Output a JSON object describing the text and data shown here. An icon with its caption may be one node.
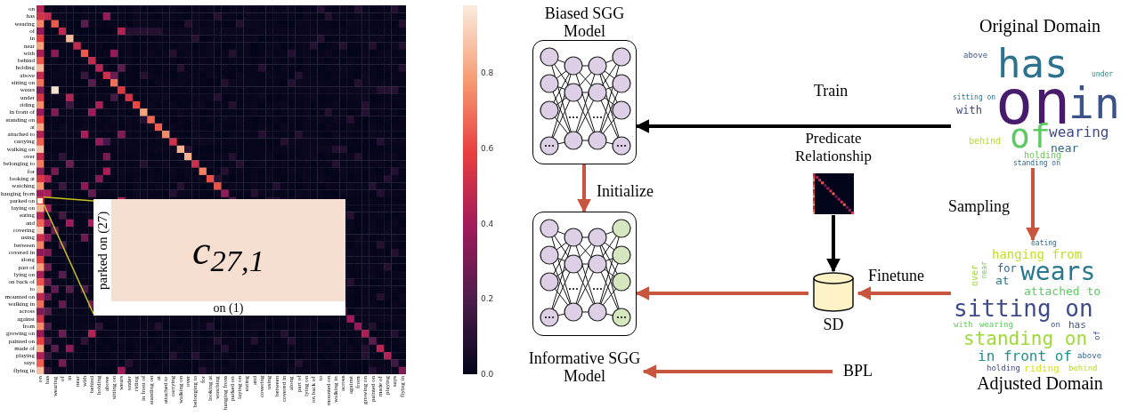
{
  "diagram": {
    "nodes": [
      {
        "text": [],
        "shape": "box"
      },
      {
        "text": [
          "c$_{27,1}$",
          "parked on (27)",
          "on (1)"
        ]
      },
      {
        "text": [
          "Biased SGG Model"
        ]
      },
      {
        "text": [
          "Original Domain"
        ]
      },
      {
        "text": [
          "Predicate Relationship"
        ]
      },
      {
        "text": [
          "Informative SGG Model"
        ]
      },
      {
        "text": [
          "SD"
        ]
      },
      {
        "text": [
          "Adjusted Domain"
        ]
      }
    ],
    "edges": [
      {
        "from": 0,
        "to": 1,
        "arrow": "none",
        "color": "#c9c21c"
      },
      {
        "from": 0,
        "to": 1,
        "arrow": "none",
        "color": "#c9c21c"
      },
      {
        "from": 3,
        "to": 2,
        "arrow": "to",
        "label": "Train",
        "color": "#000000"
      },
      {
        "from": 2,
        "to": 5,
        "arrow": "to",
        "label": "Initialize"
      },
      {
        "from": 3,
        "to": 7,
        "arrow": "to",
        "label": "Sampling"
      },
      {
        "from": 4,
        "to": 6,
        "arrow": "to",
        "color": "#000000"
      },
      {
        "from": 7,
        "to": 6,
        "arrow": "to",
        "label": "Finetune"
      },
      {
        "from": 6,
        "to": 5,
        "arrow": "to"
      },
      {
        "from": null,
        "to": 5,
        "arrow": "to",
        "label": "BPL"
      }
    ],
    "labels": [
      "on",
      "has",
      "wearing",
      "of",
      "in",
      "near",
      "with",
      "behind",
      "holding",
      "above",
      "sitting on",
      "wears",
      "under",
      "riding",
      "in front of",
      "standing on",
      "at",
      "attached to",
      "carrying",
      "walking on",
      "over",
      "belonging to",
      "for",
      "looking at",
      "watching",
      "hanging from",
      "parked on",
      "laying on",
      "eating",
      "and",
      "covering",
      "using",
      "between",
      "covered in",
      "along",
      "part of",
      "lying on",
      "on back of",
      "to",
      "mounted on",
      "walking in",
      "across",
      "against",
      "from",
      "growing on",
      "painted on",
      "made of",
      "playing",
      "says",
      "flying in",
      "on",
      "has",
      "wearing",
      "of",
      "in",
      "near",
      "with",
      "behind",
      "holding",
      "above",
      "sitting on",
      "wears",
      "under",
      "riding",
      "in front of",
      "standing on",
      "at",
      "attached to",
      "carrying",
      "walking on",
      "over",
      "belonging to",
      "for",
      "looking at",
      "watching",
      "hanging from",
      "parked on",
      "laying on",
      "eating",
      "and",
      "covering",
      "using",
      "between",
      "covered in",
      "along",
      "part of",
      "lying on",
      "on back of",
      "to",
      "mounted on",
      "walking in",
      "across",
      "against",
      "from",
      "growing on",
      "painted on",
      "made of",
      "playing",
      "says",
      "flying in",
      "0.8",
      "0.6",
      "0.4",
      "0.2",
      "0.0",
      "above",
      "has",
      "under",
      "sitting on",
      "with",
      "on",
      "in",
      "of",
      "wearing",
      "behind",
      "near",
      "holding",
      "standing on",
      "eating",
      "hanging from",
      "near",
      "for",
      "wears",
      "over",
      "at",
      "attached to",
      "sitting on",
      "with",
      "wearing",
      "on",
      "has",
      "standing on",
      "of",
      "in front of",
      "above",
      "holding",
      "riding",
      "behind"
    ]
  }
}
